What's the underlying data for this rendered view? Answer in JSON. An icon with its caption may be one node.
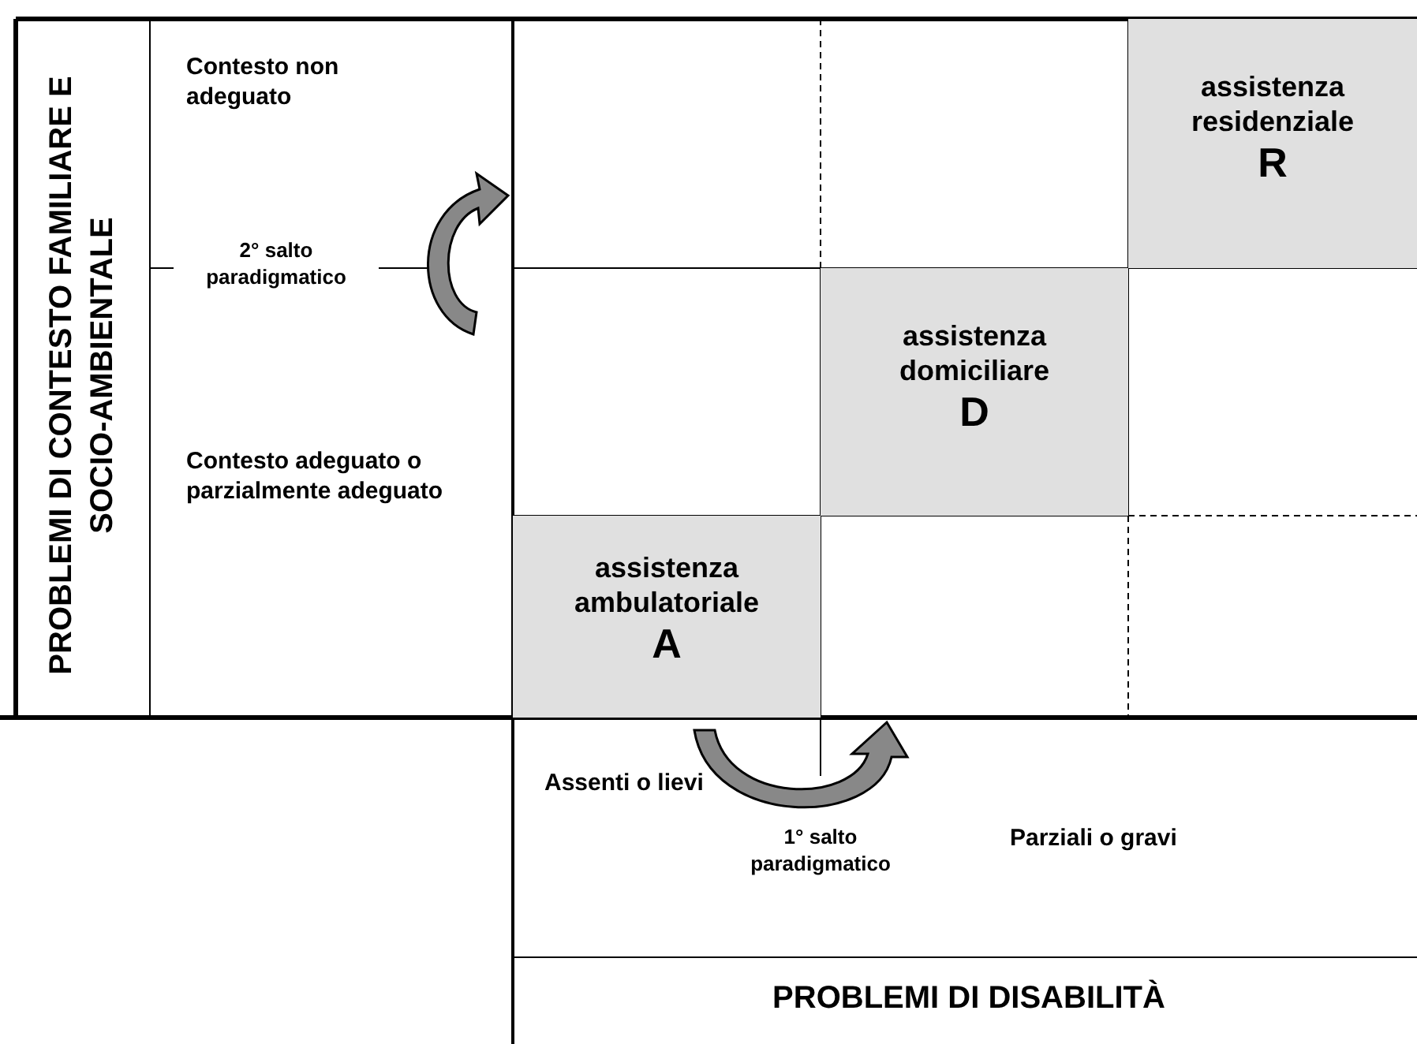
{
  "diagram": {
    "nodes": [
      {
        "text": [
          "assistenza residenziale",
          "R"
        ]
      },
      {
        "text": [
          "assistenza domiciliare",
          "D"
        ]
      },
      {
        "text": [
          "assistenza ambulatoriale",
          "A"
        ]
      }
    ],
    "labels": [
      "PROBLEMI DI CONTESTO FAMILIARE E SOCIO-AMBIENTALE",
      "Contesto non adeguato",
      "2° salto paradigmatico",
      "Contesto adeguato o parzialmente adeguato",
      "Assenti o lievi",
      "1° salto paradigmatico",
      "Parziali o gravi",
      "PROBLEMI DI DISABILITÀ"
    ]
  }
}
